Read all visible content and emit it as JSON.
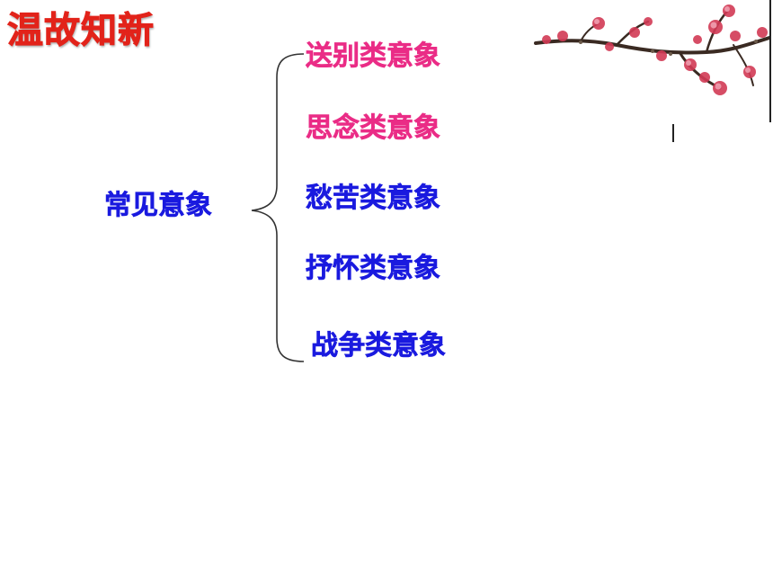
{
  "title": {
    "text": "温故知新",
    "color": "#e2231a"
  },
  "diagram": {
    "center": {
      "text": "常见意象",
      "color": "#1a1adf"
    },
    "branches": [
      {
        "text": "送别类意象",
        "color": "#ea2c86"
      },
      {
        "text": "思念类意象",
        "color": "#ea2c86"
      },
      {
        "text": "愁苦类意象",
        "color": "#1a1adf"
      },
      {
        "text": "抒怀类意象",
        "color": "#1a1adf"
      },
      {
        "text": "战争类意象",
        "color": "#1a1adf"
      }
    ]
  },
  "decoration": {
    "icon": "plum-blossom-branch-icon"
  }
}
